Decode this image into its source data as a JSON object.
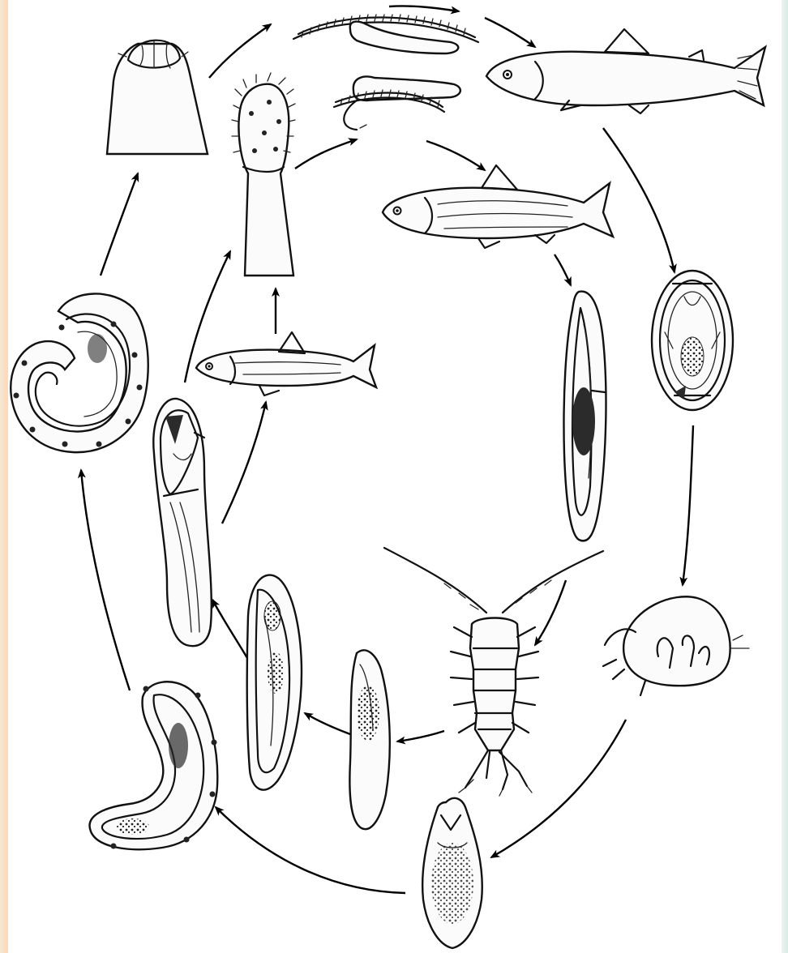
{
  "figure": {
    "palette": {
      "ink": "#111111",
      "paper": "#ffffff",
      "left_border": "#fdd9b8",
      "right_border": "#d9ece6"
    },
    "stages": [
      "scolex-retracted",
      "scolex-everted",
      "proglottid-strobila",
      "host-fish-large",
      "host-fish-medium",
      "host-fish-small",
      "plerocercoid-elongate",
      "egg",
      "mite-host",
      "oncosphere",
      "copepod-host",
      "procercoid",
      "procercoid-curved",
      "plerocercoid-coiled",
      "larva-elongate"
    ]
  }
}
